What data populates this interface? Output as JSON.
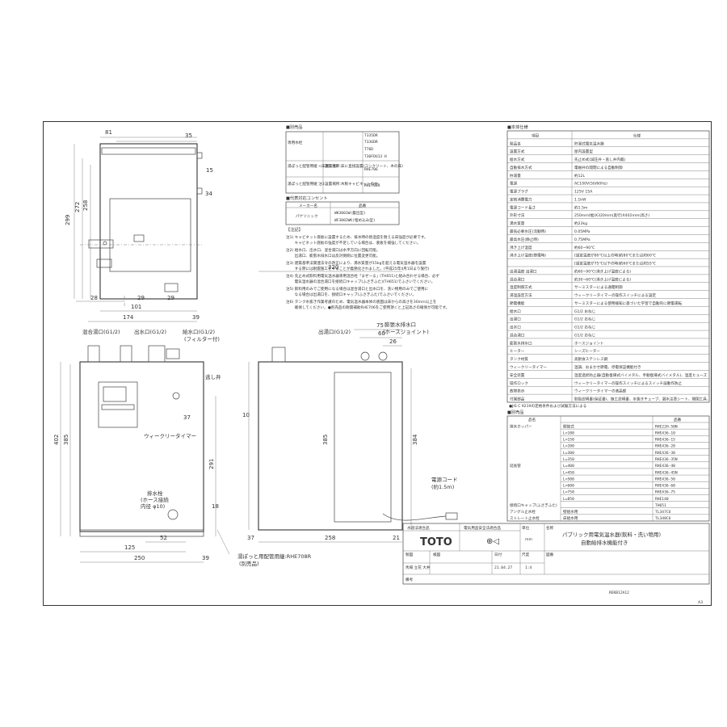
{
  "dims": {
    "top_width": "81",
    "top_right_35": "35",
    "height_299": "299",
    "height_272": "272",
    "height_258": "258",
    "right_15": "15",
    "right_34": "34",
    "bottom_28": "28",
    "bottom_29a": "29",
    "bottom_29b": "29",
    "bottom_101": "101",
    "bottom_174": "174",
    "bottom_39a": "39",
    "front_402": "402",
    "front_385": "385",
    "front_291": "291",
    "front_37": "37",
    "front_18": "18",
    "front_52": "52",
    "front_125": "125",
    "front_250": "250",
    "front_39b": "39",
    "side_320": "320",
    "side_75": "75",
    "side_60": "60",
    "side_26": "26",
    "side_10": "10",
    "side_385": "385",
    "side_384": "384",
    "side_37": "37",
    "side_258": "258",
    "side_21": "21"
  },
  "front_labels": {
    "mix_inlet": "混合湯口(G1/2)",
    "outlet": "出水口(G1/2)",
    "supply": "給水口(G1/2)",
    "filter": "(フィルター付)",
    "drain_valve": "逃し弁",
    "timer": "ウィークリータイマー",
    "drain_plug": "排水栓",
    "hose": "(ホース接続",
    "hose_dia": "内径 φ10)"
  },
  "side_labels": {
    "hot_outlet": "出湯口(G1/2)",
    "expansion": "膨張水排水口",
    "hose_joint": "(ホースジョイント)",
    "cord": "電源コード",
    "cord_len": "(約1.5m)"
  },
  "bottom_notes": {
    "line1": "湯ぽっと用配管用継:RHE708R",
    "line2": "(別売品)"
  },
  "parts_header": "■別売品",
  "parts_rows": [
    {
      "name": "専用水栓",
      "codes": [
        "T335DR",
        "T336DR",
        "T76D",
        "T30FDU13 H"
      ]
    },
    {
      "name": "湯ぽっと配管用継 <床用>注3",
      "place": "設置場所:床に直接設置(コンクリート、木の床)",
      "code": "RHE706"
    },
    {
      "name": "湯ぽっと配管用継 注3",
      "place": "設置場所:木製キャビネットの中",
      "code": "RHE708R"
    }
  ],
  "outlet_header": "■代表対応コンセント",
  "outlet_cols": [
    "メーカー名",
    "品番"
  ],
  "outlet_rows": {
    "maker": "パナソニック",
    "codes": [
      "WK3001W(露出型)",
      "WF3002WK(埋め込み型)"
    ]
  },
  "notes_header": "【注記】",
  "notes": [
    "注1) キャビネット底板に設置するため、排水時の熱温度を耐える床強度が必要です。",
    "　　 キャビネット底板の強度が不足している場合は、底板を補強してください。",
    "注2) 給水口、出水口、混合湯口は水平方向に回転可能。",
    "　　 出湯口、膨張水排水口は反対側側に位置変更可能。",
    "注3) 建築基準法関連法令の改正により、満水質量が15kgを超える電気温水器を設置",
    "　　 する際には耐震施工をすることが義務化されました。(平成25年4月1日より施行)",
    "注4) 先止め式飲料用電気温水器専用混合栓「まぜーる」(TH651)と組み合わせる場合、必ず",
    "　　 電気温水器の混合湯口を接続口キャップ(ふさぎふた)(TH651)でふさいでください。",
    "注5) 飲料用のみでご使用になる場合は混合湯口と出水口を、洗い物用のみでご使用に",
    "　　 なる場合は出湯口を、接続口キャップ(ふさぎふた)でふさいでください。",
    "注6) タンク水抜き作業考慮のため、電気温水器本体の底面は床からの高さを30mm以上を",
    "　　 確保してください。●別売品の耐震補助RHE706をご使用頂くと上記高さの確保が可能です。"
  ],
  "spec_header": "■本体仕様",
  "spec_cols": [
    "項目",
    "仕様"
  ],
  "spec_rows": [
    [
      "製品名",
      "貯湯式電気温水器"
    ],
    [
      "設置方式",
      "屋内設置型"
    ],
    [
      "給水方式",
      "先止め式(減圧弁・逃し弁内蔵)"
    ],
    [
      "自動排水方式",
      "電磁弁の開閉による自動制御"
    ],
    [
      "貯湯量",
      "約12L"
    ],
    [
      "電源",
      "AC100V(50/60Hz)"
    ],
    [
      "電源プラグ",
      "125V 15A"
    ],
    [
      "定格消費電力",
      "1.1kW"
    ],
    [
      "電源コード長さ",
      "約1.5m"
    ],
    [
      "外形寸法",
      "250mm(幅)X320mm(奥行)X402mm(高さ)"
    ],
    [
      "満水質量",
      "約23kg"
    ],
    [
      "最低必要水圧(流動時)",
      "0.05MPa"
    ],
    [
      "最高水圧(静止時)",
      "0.75MPa"
    ],
    [
      "沸き上げ温度",
      "約60~90℃"
    ],
    [
      "沸き上げ温度(節電時)",
      "[設定温度が80℃以上の時]約80℃または約60℃"
    ],
    [
      "",
      "[設定温度が75℃以下の時]約60℃または約55℃"
    ],
    [
      "出湯温度 出湯口",
      "約60~90℃(沸き上げ温度による)"
    ],
    [
      "混合湯口",
      "約30~60℃(沸き上げ温度による)"
    ],
    [
      "温度制御方式",
      "サーミスターによる通電制御"
    ],
    [
      "湯温設定方法",
      "ウィークリータイマーの操作スイッチによる設定"
    ],
    [
      "節電機能",
      "サーミスターによる使用検知に基づいた学習で自動的に節電運転"
    ],
    [
      "給水口",
      "G1/2 おねじ"
    ],
    [
      "出湯口",
      "G1/2 おねじ"
    ],
    [
      "出水口",
      "G1/2 おねじ"
    ],
    [
      "混合湯口",
      "G1/2 おねじ"
    ],
    [
      "膨張水排水口",
      "ホースジョイント"
    ],
    [
      "ヒーター",
      "シーズヒーター"
    ],
    [
      "タンク材質",
      "高耐食ステンレス鋼"
    ],
    [
      "ウィークリータイマー",
      "温調、おまかせ節電、停電保証機能付き"
    ],
    [
      "安全装置",
      "温度過昇防止器(自動復帰式バイメタル、手動復帰式バイメタル)、温度ヒューズ"
    ],
    [
      "操作ロック",
      "ウィークリータイマーの操作スイッチによるスイッチ誤動作防止"
    ],
    [
      "故障表示",
      "ウィークリータイマーの液晶部"
    ],
    [
      "付属部品",
      "取扱説明書(保証書)、施工説明書、水抜きチューブ、漏水注意シート、開閉工具、取付け用木ネジ、取付け金具、保守用ラベル"
    ]
  ],
  "spec_note": "●JIS C 9219の定格条件および試験方法による",
  "opt_header": "■別売品",
  "opt_cols": [
    "品名",
    "品番"
  ],
  "opt_rows": [
    [
      "排水ホッパー",
      "開放式",
      "RHE22H-50N"
    ],
    [
      "",
      "L=100",
      "RHE436-10"
    ],
    [
      "",
      "L=150",
      "RHE436-15"
    ],
    [
      "",
      "L=200",
      "RHE436-20"
    ],
    [
      "",
      "L=300",
      "RHE436-30"
    ],
    [
      "",
      "L=350",
      "RHE436-35N"
    ],
    [
      "延長管",
      "L=400",
      "RHE436-40"
    ],
    [
      "",
      "L=450",
      "RHE436-45N"
    ],
    [
      "",
      "L=500",
      "RHE436-50"
    ],
    [
      "",
      "L=600",
      "RHE436-60"
    ],
    [
      "",
      "L=750",
      "RHE436-75"
    ],
    [
      "",
      "L=850",
      "RHE140"
    ],
    [
      "接続口キャップ(ふさぎふた)",
      "",
      "TH651"
    ],
    [
      "アングル止水栓",
      "壁給水用",
      "TL347CU"
    ],
    [
      "ストレート止水栓",
      "床給水用",
      "TL348CU"
    ]
  ],
  "titleblock": {
    "cert1": "水道法適合品",
    "cert2": "電気用品安全法適合品",
    "logo": "TOTO",
    "unit_label": "単位",
    "unit": "mm",
    "name_label": "名称",
    "title1": "パブリック用電気温水器(飲料・洗い物用)",
    "title2": "自動給排水機能付き",
    "made": "製図",
    "check": "検図",
    "names": "馬場 立花 大井",
    "date_label": "日付",
    "date": "21.04.27",
    "scale_label": "尺度",
    "scale": "1:4",
    "drawing_label": "図番",
    "drawing_no": "REKB12A12",
    "remark_label": "備考"
  },
  "page_tag": "A3"
}
